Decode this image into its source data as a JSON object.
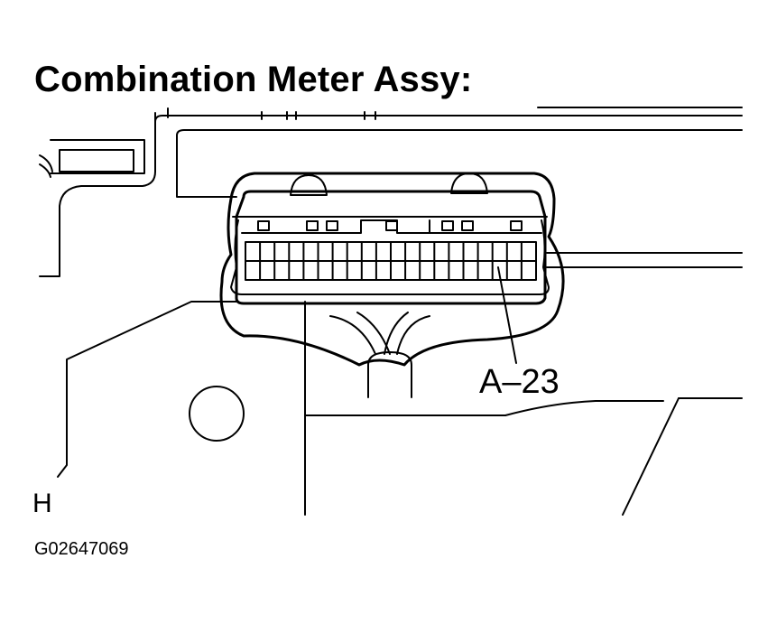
{
  "title": "Combination Meter Assy:",
  "connector": {
    "label": "A–23",
    "pin_rows": 2,
    "pins_per_row": 20
  },
  "view_marker": "H",
  "figure_id": "G02647069"
}
